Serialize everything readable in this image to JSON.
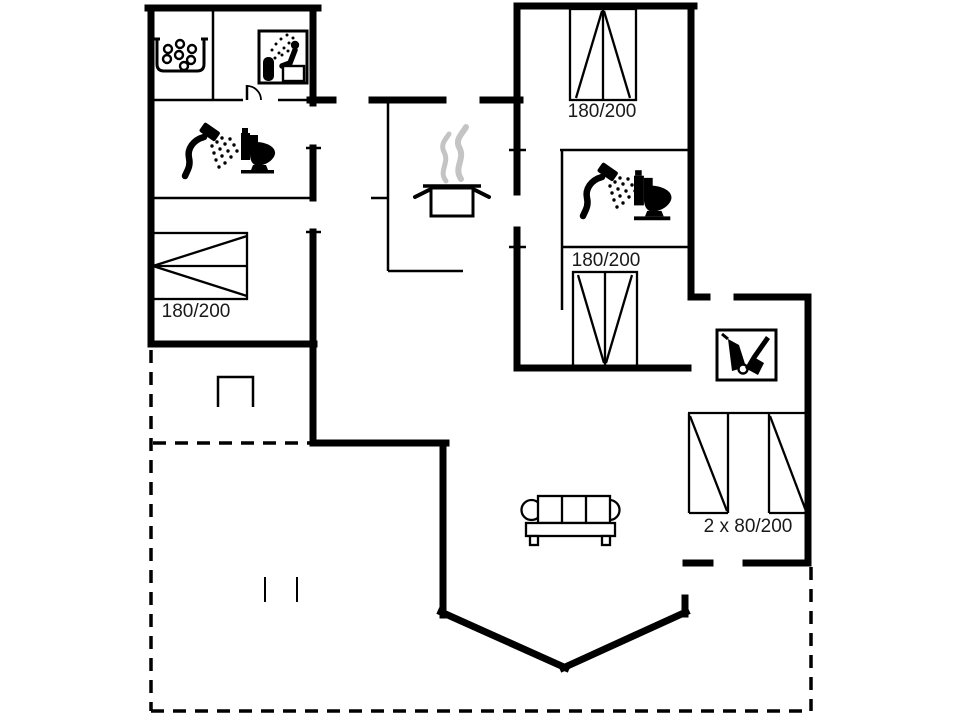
{
  "floorplan": {
    "background": "#ffffff",
    "wall_color": "#000000",
    "line_color": "#000000",
    "text_color": "#1a1a1a",
    "steam_color": "#c4c4c4",
    "labels": {
      "bed_left": "180/200",
      "bed_top_right": "180/200",
      "bed_mid_right": "180/200",
      "beds_right_room": "2 x 80/200"
    },
    "icons": [
      "whirlpool-icon",
      "sauna-icon",
      "shower-icon",
      "toilet-icon",
      "cooking-pot-icon",
      "steam-icon",
      "vacuum-broom-icon",
      "sofa-icon",
      "double-bed-icon",
      "single-bed-icon",
      "door-swing-icon"
    ]
  }
}
